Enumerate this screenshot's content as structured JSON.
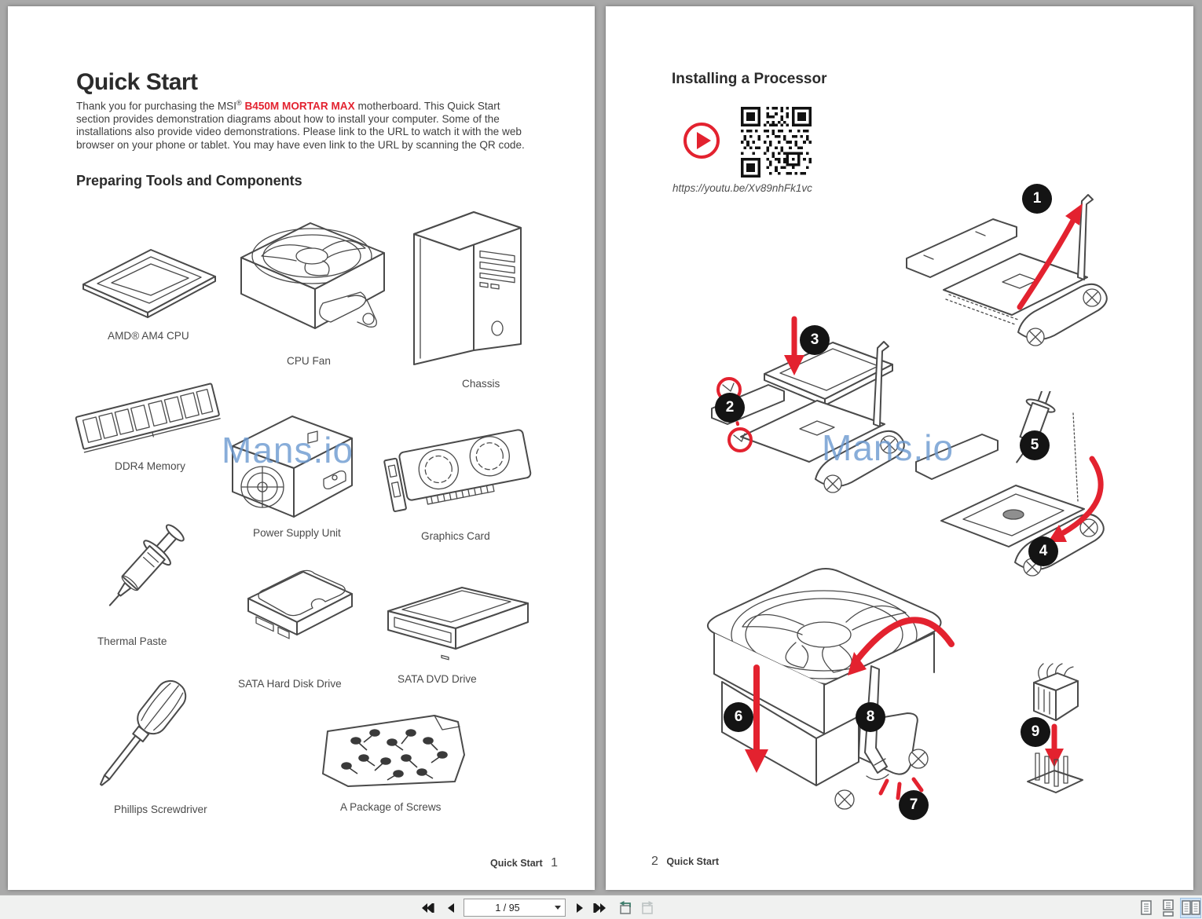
{
  "toolbar": {
    "page_field": "1 / 95"
  },
  "page_left": {
    "title": "Quick Start",
    "intro": {
      "pre": "Thank you for purchasing the MSI",
      "reg": "®",
      "brand": "B450M MORTAR MAX",
      "post": "motherboard. This Quick Start section provides demonstration diagrams about how to install your computer. Some of the installations also provide video demonstrations. Please link to the URL to watch it with the web browser on your phone or tablet. You may have even link to the URL by scanning the QR code."
    },
    "section_heading": "Preparing Tools and Components",
    "components": [
      {
        "label": "AMD® AM4 CPU"
      },
      {
        "label": "CPU Fan"
      },
      {
        "label": "Chassis"
      },
      {
        "label": "DDR4 Memory"
      },
      {
        "label": "Power Supply Unit"
      },
      {
        "label": "Graphics Card"
      },
      {
        "label": "Thermal Paste"
      },
      {
        "label": "SATA Hard Disk Drive"
      },
      {
        "label": "SATA DVD Drive"
      },
      {
        "label": "Phillips Screwdriver"
      },
      {
        "label": "A Package of Screws"
      }
    ],
    "footer_label": "Quick Start",
    "footer_page": "1",
    "watermark": "Mans.io"
  },
  "page_right": {
    "title": "Installing a Processor",
    "video_url": "https://youtu.be/Xv89nhFk1vc",
    "step_numbers": [
      "1",
      "2",
      "3",
      "4",
      "5",
      "6",
      "7",
      "8",
      "9"
    ],
    "footer_page": "2",
    "footer_label": "Quick Start",
    "watermark": "Mans.io"
  },
  "colors": {
    "accent_red": "#e3222f",
    "watermark_blue": "#6a98cf",
    "line_art": "#4a4a4a"
  }
}
